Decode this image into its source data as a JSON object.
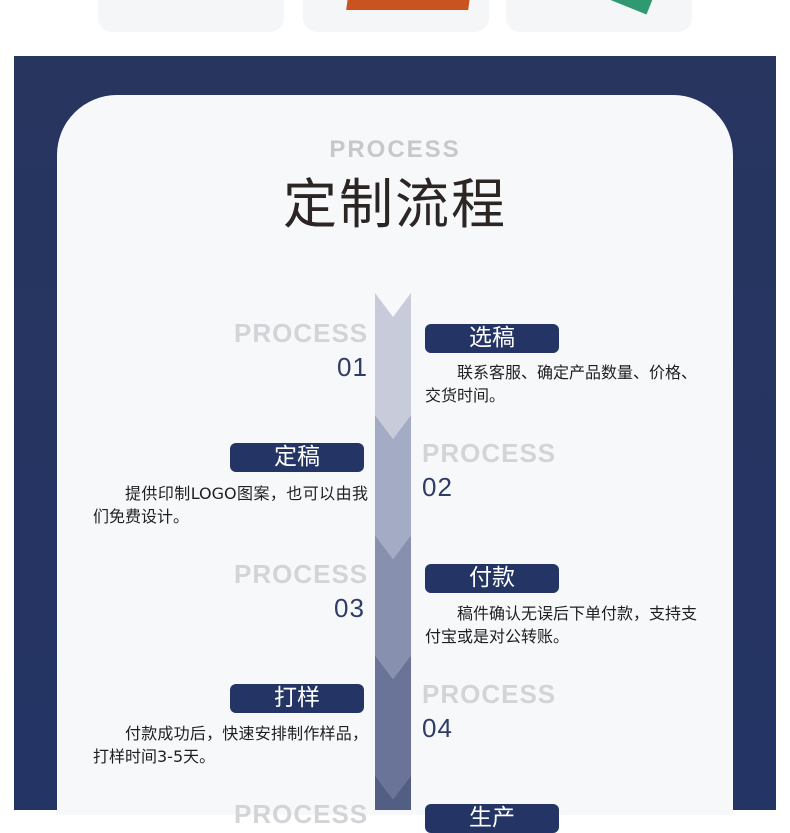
{
  "header": {
    "sub": "PROCESS",
    "title": "定制流程"
  },
  "steps": [
    {
      "process": "PROCESS",
      "number": "01",
      "title": "选稿",
      "desc": "联系客服、确定产品数量、价格、交货时间。"
    },
    {
      "process": "PROCESS",
      "number": "02",
      "title": "定稿",
      "desc": "提供印制LOGO图案，也可以由我们免费设计。"
    },
    {
      "process": "PROCESS",
      "number": "03",
      "title": "付款",
      "desc": "稿件确认无误后下单付款，支持支付宝或是对公转账。"
    },
    {
      "process": "PROCESS",
      "number": "04",
      "title": "打样",
      "desc": "付款成功后，快速安排制作样品，打样时间3-5天。"
    },
    {
      "process": "PROCESS",
      "number": "",
      "title": "生产",
      "desc": ""
    }
  ],
  "colors": {
    "navy": "#243464",
    "arrow_shades": [
      "#c8cbda",
      "#a4abc4",
      "#8790ae",
      "#6a7498",
      "#535e84"
    ],
    "process_gray": "#d2d4d8"
  }
}
